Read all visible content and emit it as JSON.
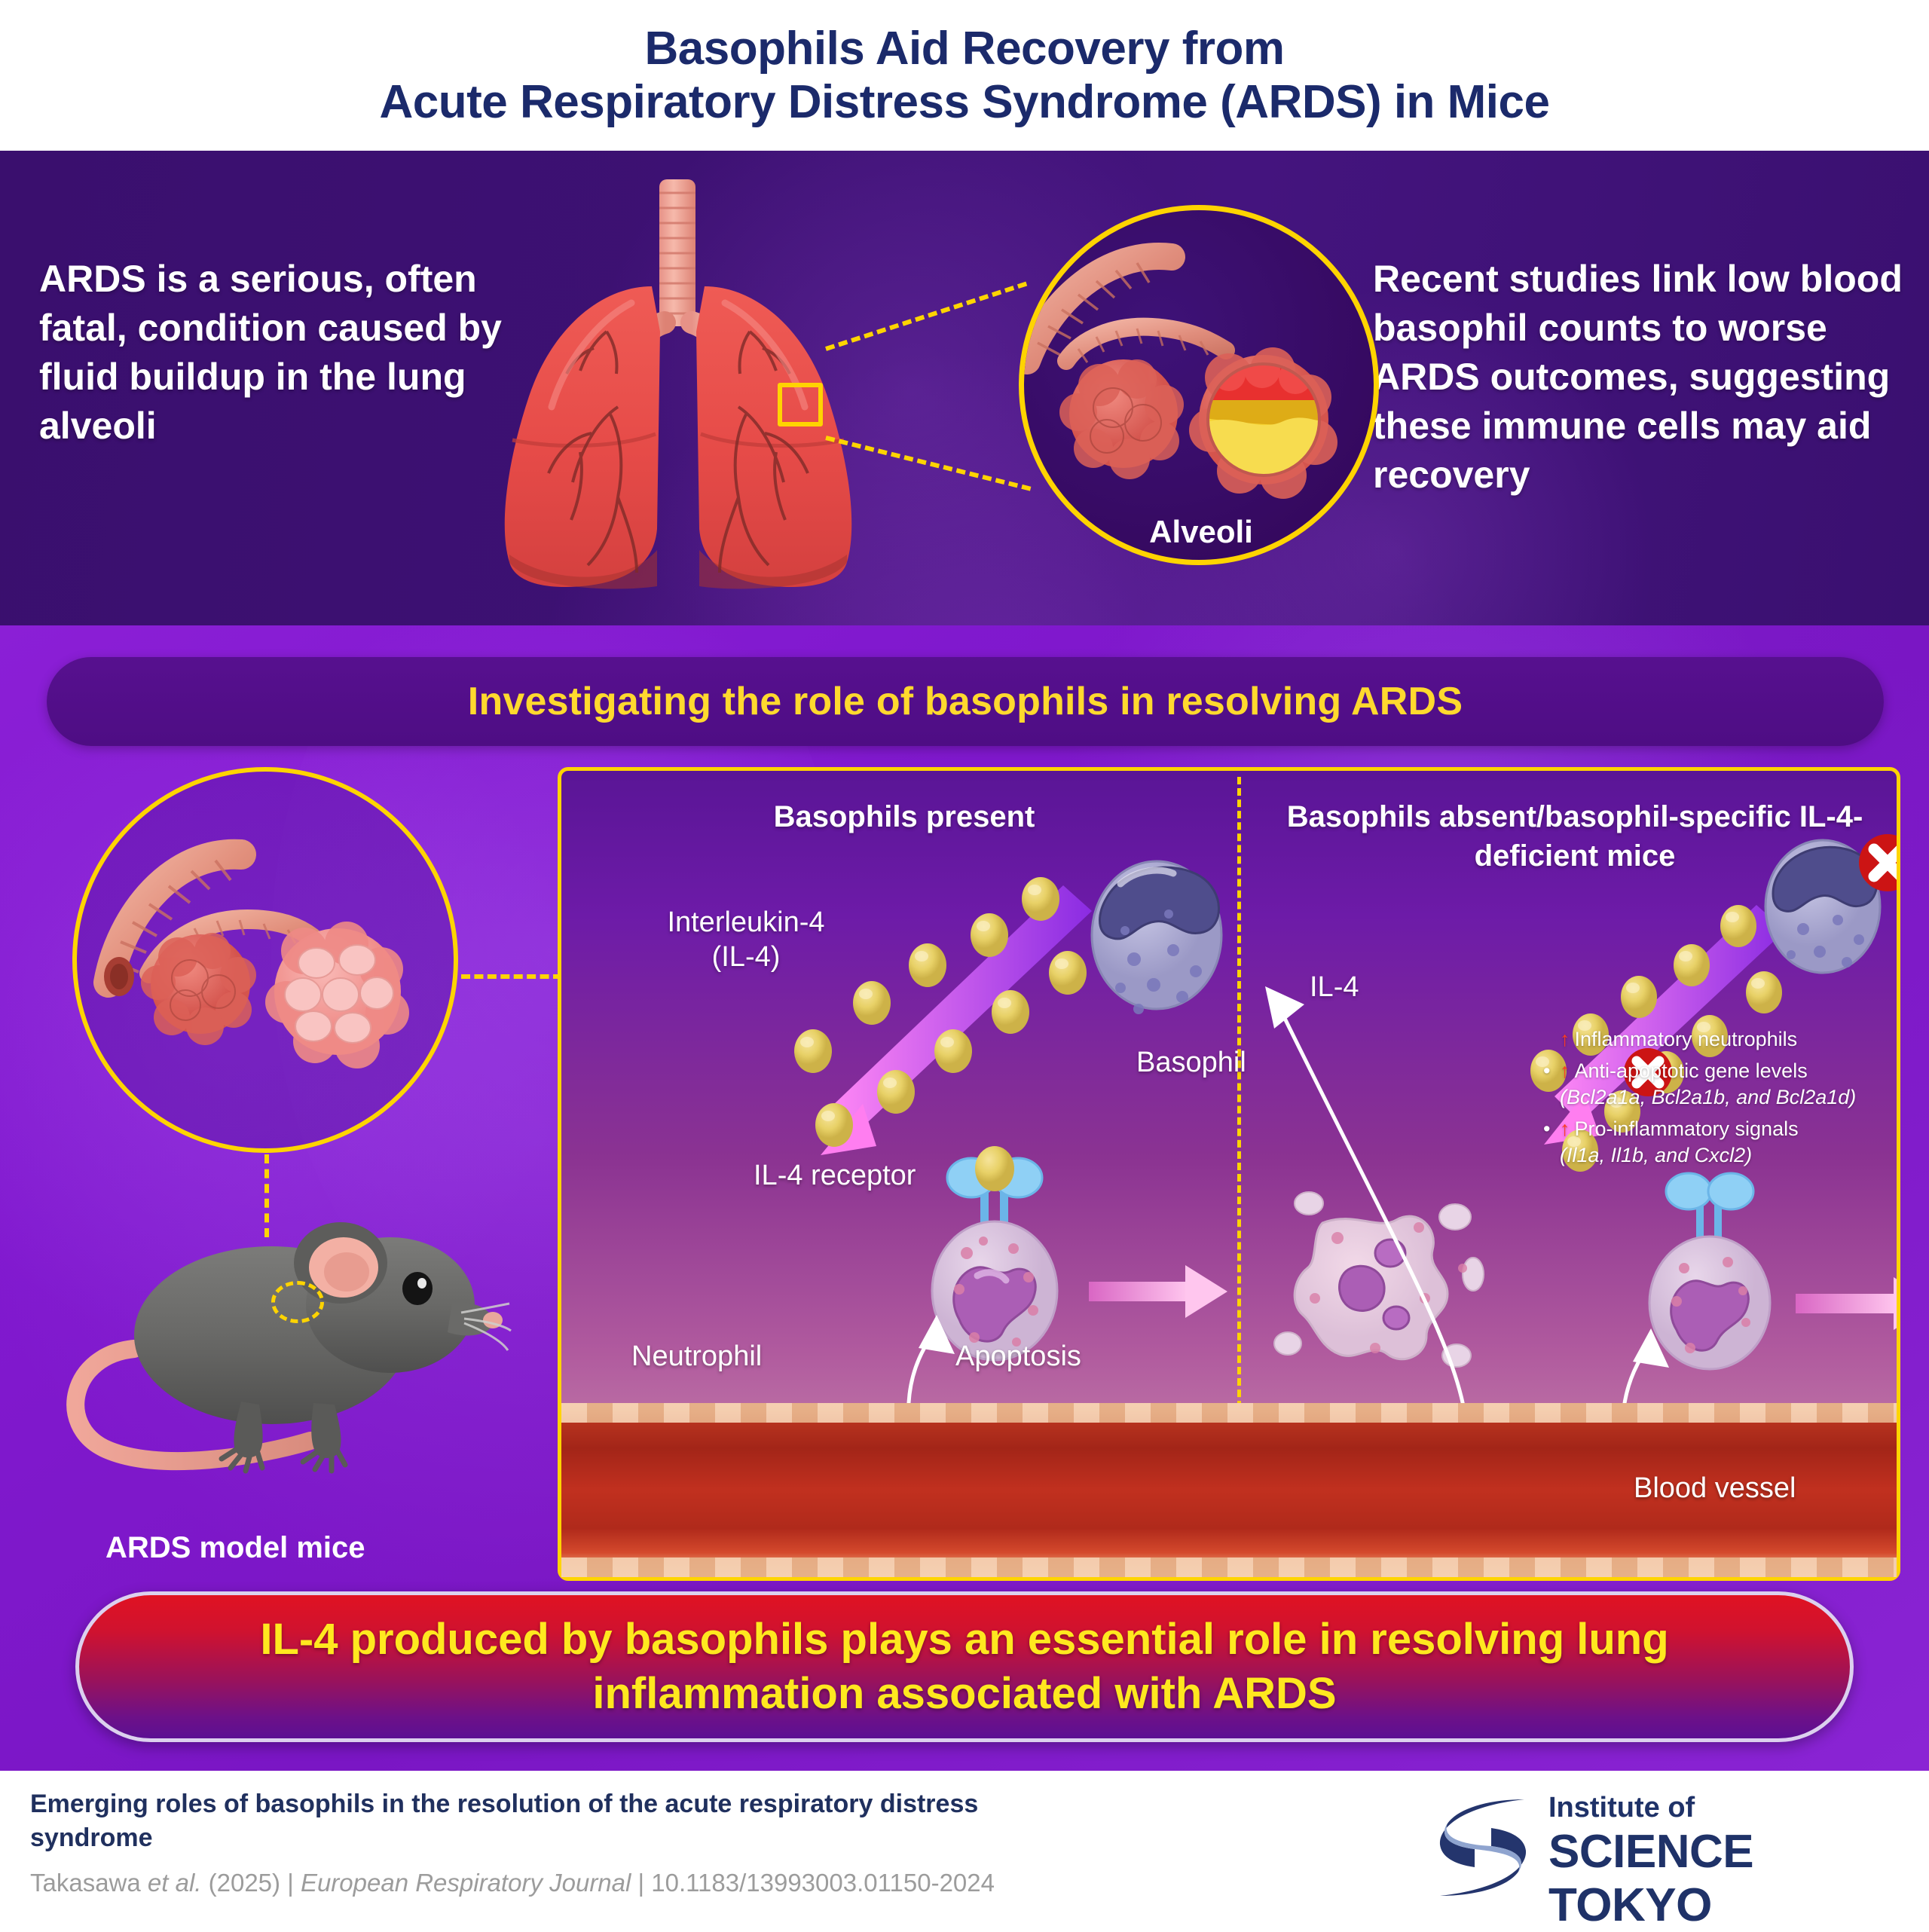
{
  "title": {
    "line1": "Basophils Aid Recovery from",
    "line2": "Acute Respiratory Distress Syndrome (ARDS) in Mice"
  },
  "hero": {
    "left_text": "ARDS is a serious, often fatal, condition caused by fluid buildup in the lung alveoli",
    "right_text": "Recent studies link low blood basophil counts to worse ARDS outcomes, suggesting these immune cells may aid recovery",
    "alveoli_label": "Alveoli"
  },
  "banner": {
    "text": "Investigating the role of basophils in resolving ARDS"
  },
  "mouse": {
    "label": "ARDS model mice"
  },
  "panel": {
    "left_heading": "Basophils present",
    "right_heading": "Basophils absent/basophil-specific IL-4-deficient mice",
    "labels": {
      "interleukin": "Interleukin-4",
      "interleukin_abbr": "(IL-4)",
      "basophil": "Basophil",
      "il4_receptor": "IL-4 receptor",
      "neutrophil": "Neutrophil",
      "apoptosis": "Apoptosis",
      "il4_short": "IL-4",
      "blood_vessel": "Blood vessel"
    },
    "bullets": [
      {
        "bullet": false,
        "arrow": "↑",
        "text": "Inflammatory neutrophils",
        "italics": ""
      },
      {
        "bullet": true,
        "arrow": "↑",
        "text": "Anti-apoptotic gene levels",
        "italics": "(Bcl2a1a, Bcl2a1b, and Bcl2a1d)"
      },
      {
        "bullet": true,
        "arrow": "↑",
        "text": "Pro-inflammatory signals",
        "italics": "(Il1a, Il1b, and Cxcl2)"
      }
    ]
  },
  "conclusion": {
    "line1": "IL-4 produced by basophils plays an essential role in resolving lung",
    "line2": "inflammation associated with ARDS"
  },
  "footer": {
    "paper_title": "Emerging roles of basophils in the resolution of the acute respiratory distress syndrome",
    "authors": "Takasawa ",
    "et_al": "et al.",
    "year": " (2025)  |  ",
    "journal": "European Respiratory Journal",
    "doi": "  |  10.1183/13993003.01150-2024",
    "logo_line1": "Institute of",
    "logo_line2": "SCIENCE TOKYO"
  },
  "colors": {
    "title_navy": "#1b2a6b",
    "hero_purple": "#3d1173",
    "mid_purple": "#8b1fd6",
    "accent_yellow": "#ffd400",
    "banner_yellow": "#ffd92e",
    "conclusion_red": "#e01222",
    "conclusion_yellow": "#ffe81f",
    "il4_gold": "#e8d56a",
    "basophil_blue": "#a3a2cf",
    "neutrophil_pink": "#d8bfd8",
    "vessel_red": "#b8341f",
    "x_mark_red": "#cc1414",
    "footer_gray": "#9c9c9c",
    "logo_navy": "#1f3268"
  }
}
